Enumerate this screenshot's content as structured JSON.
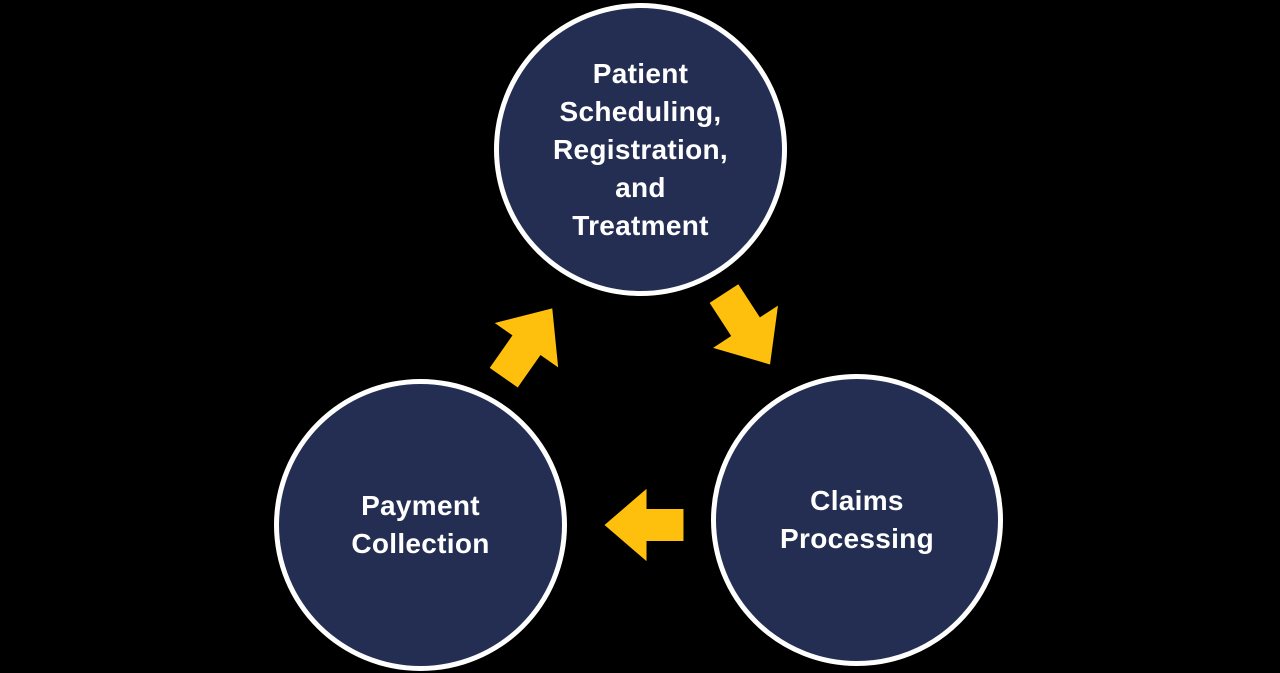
{
  "diagram": {
    "type": "cycle",
    "nodes": [
      {
        "id": "patient-scheduling-registration-treatment",
        "label": "Patient\nScheduling,\nRegistration,\nand\nTreatment"
      },
      {
        "id": "claims-processing",
        "label": "Claims\nProcessing"
      },
      {
        "id": "payment-collection",
        "label": "Payment\nCollection"
      }
    ],
    "arrows": [
      {
        "id": "top-to-claims",
        "from": "patient-scheduling-registration-treatment",
        "to": "claims-processing",
        "direction": "down-right"
      },
      {
        "id": "claims-to-payment",
        "from": "claims-processing",
        "to": "payment-collection",
        "direction": "left"
      },
      {
        "id": "payment-to-top",
        "from": "payment-collection",
        "to": "patient-scheduling-registration-treatment",
        "direction": "up-right"
      }
    ]
  },
  "colors": {
    "background": "#000000",
    "node_fill": "#242E52",
    "node_border": "#FFFFFF",
    "arrow_fill": "#FEC00D",
    "label_text": "#FFFFFF"
  }
}
